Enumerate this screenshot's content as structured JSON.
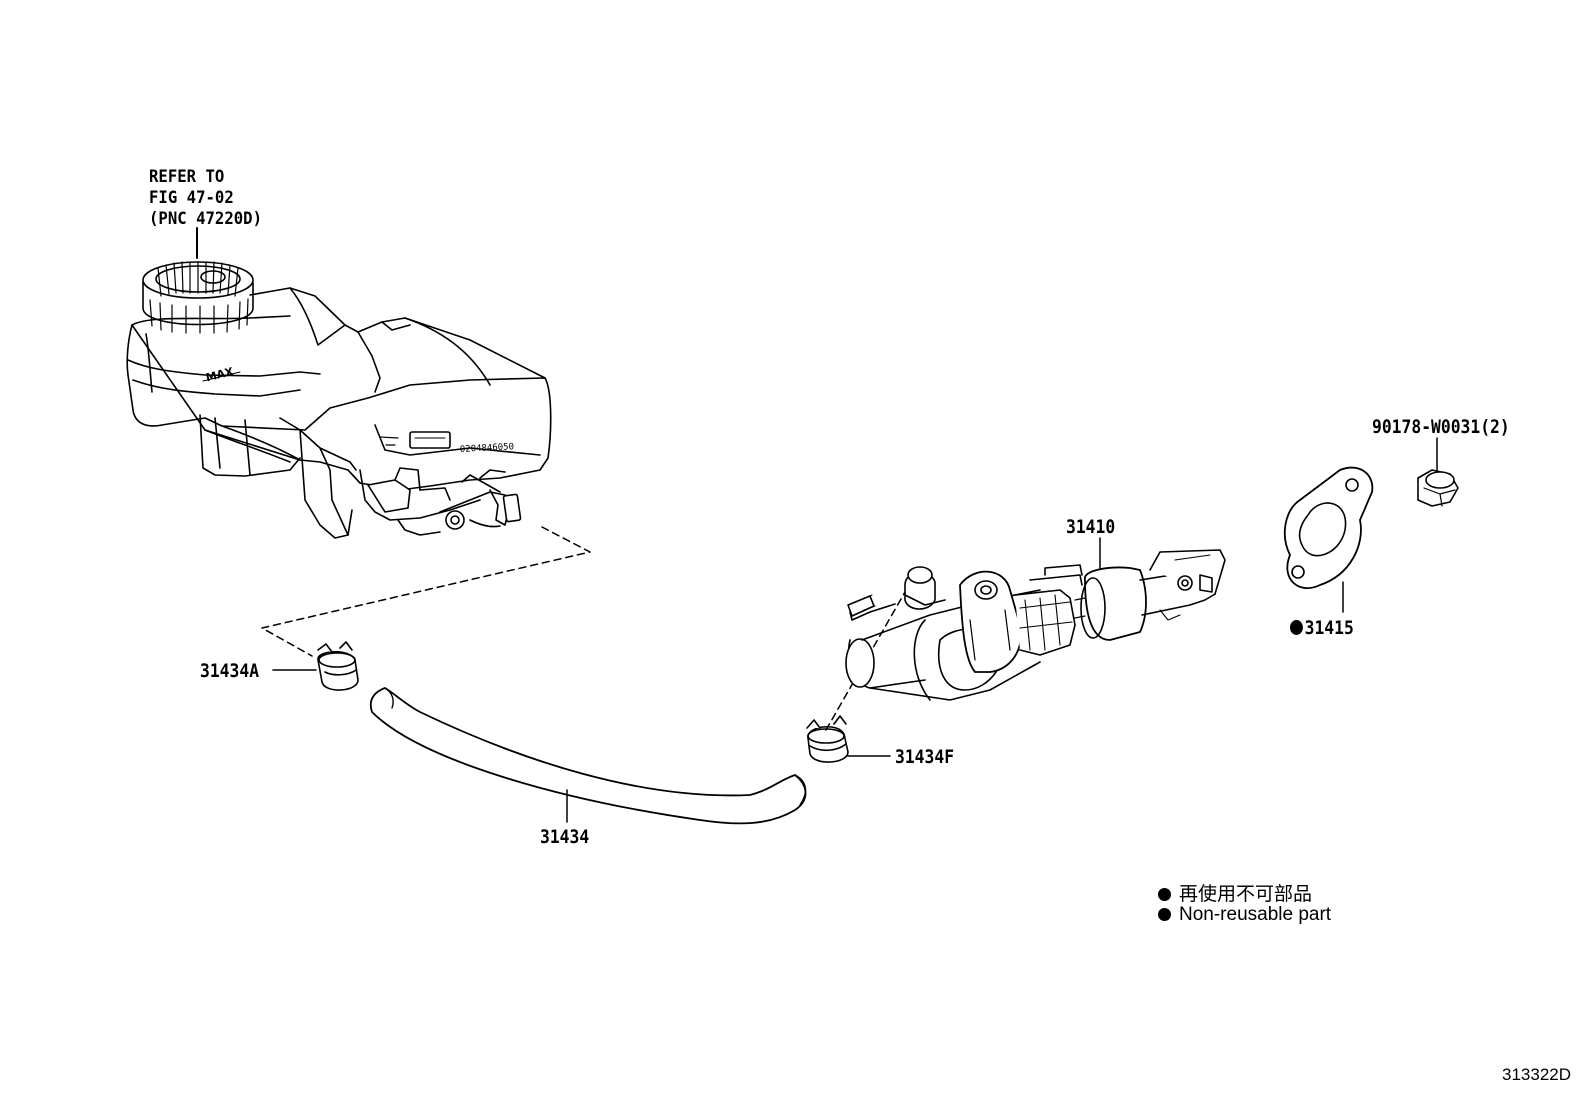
{
  "reference_note": {
    "line1": "REFER TO",
    "line2": "FIG 47-02",
    "line3": "(PNC 47220D)"
  },
  "reservoir_mark": "MAX",
  "parts": {
    "p31410": "31410",
    "p31415": "31415",
    "p90178": "90178-W0031(2)",
    "p31434A": "31434A",
    "p31434F": "31434F",
    "p31434": "31434"
  },
  "legend": {
    "item1": "再使用不可部品",
    "item2": "Non-reusable part"
  },
  "figure_code": "313322D"
}
